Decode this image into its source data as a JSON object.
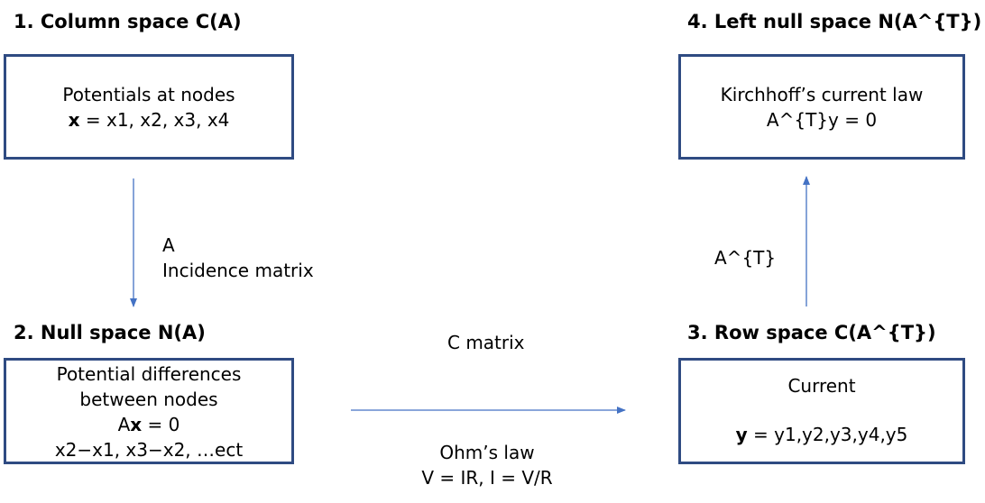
{
  "headings": {
    "column_space": "1. Column space C(A)",
    "left_null_space": "4. Left null space N(A^{T})",
    "null_space": "2. Null space N(A)",
    "row_space": "3. Row space C(A^{T})"
  },
  "boxes": {
    "column_space": {
      "line1": "Potentials at nodes",
      "line2_bold": "x",
      "line2_rest": " = x1, x2, x3, x4"
    },
    "left_null_space": {
      "line1": "Kirchhoff’s current law",
      "line2": "A^{T}y = 0"
    },
    "null_space": {
      "line1": "Potential differences",
      "line2": "between nodes",
      "line3_pre": "A",
      "line3_bold": "x",
      "line3_rest": " = 0",
      "line4": "x2−x1, x3−x2, …ect"
    },
    "row_space": {
      "line1": "Current",
      "line2_bold": "y",
      "line2_rest": " = y1,y2,y3,y4,y5"
    }
  },
  "arrow_labels": {
    "a_symbol": "A",
    "a_name": "Incidence matrix",
    "at_symbol": "A^{T}",
    "c_matrix": "C matrix",
    "ohms_law": "Ohm’s law",
    "ohms_formula": "V = IR, I = V/R"
  },
  "colors": {
    "box_border": "#2f4b82",
    "arrow": "#4472c4"
  }
}
